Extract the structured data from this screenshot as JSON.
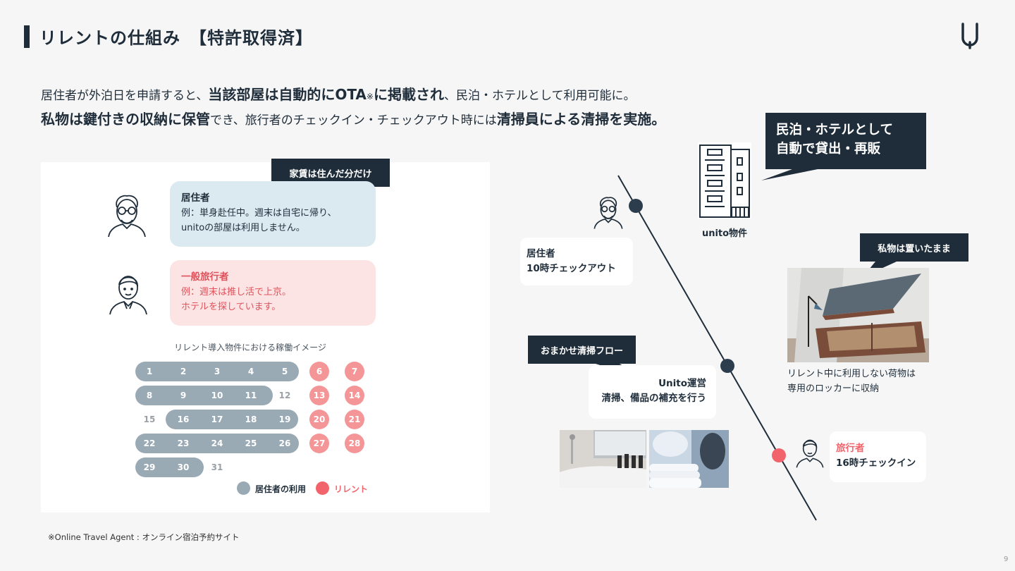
{
  "header": {
    "title": "リレントの仕組み　【特許取得済】"
  },
  "lead": {
    "line1": [
      "居住者が外泊日を申請すると、",
      "当該部屋は自動的にOTA",
      "※",
      "に掲載され",
      "、民泊・ホテルとして利用可能に。"
    ],
    "line2": [
      "私物は鍵付きの収納に保管",
      "でき、旅行者のチェックイン・チェックアウト時には",
      "清掃員による清掃を実施。"
    ]
  },
  "panel": {
    "rent_callout": "家賃は住んだ分だけ",
    "resident": {
      "title": "居住者",
      "line1": "例：単身赴任中。週末は自宅に帰り、",
      "line2": "unitoの部屋は利用しません。"
    },
    "traveler": {
      "title": "一般旅行者",
      "line1": "例：週末は推し活で上京。",
      "line2": "ホテルを探しています。"
    },
    "calendar_caption": "リレント導入物件における稼働イメージ",
    "legend": {
      "resident_use": "居住者の利用",
      "relent": "リレント"
    }
  },
  "calendar": {
    "weeks": [
      [
        "1",
        "2",
        "3",
        "4",
        "5",
        "6",
        "7"
      ],
      [
        "8",
        "9",
        "10",
        "11",
        "12",
        "13",
        "14"
      ],
      [
        "15",
        "16",
        "17",
        "18",
        "19",
        "20",
        "21"
      ],
      [
        "22",
        "23",
        "24",
        "25",
        "26",
        "27",
        "28"
      ],
      [
        "29",
        "30",
        "31"
      ]
    ],
    "colors": {
      "resident": "#9aaab5",
      "relent": "#f49597",
      "idle": "#9aa0a6"
    }
  },
  "flow": {
    "top_callout": {
      "line1": "民泊・ホテルとして",
      "line2": "自動で貸出・再販"
    },
    "building_label": "unito物件",
    "resident_box": {
      "line1": "居住者",
      "line2": "10時チェックアウト"
    },
    "cleaning_callout": "おまかせ清掃フロー",
    "cleaning_box": {
      "line1": "Unito運営",
      "line2": "清掃、備品の補充を行う"
    },
    "luggage_callout": "私物は置いたまま",
    "storage_caption": {
      "line1": "リレント中に利用しない荷物は",
      "line2": "専用のロッカーに収納"
    },
    "traveler_box": {
      "line1": "旅行者",
      "line2": "16時チェックイン"
    }
  },
  "footnote": "※Online Travel Agent : オンライン宿泊予約サイト",
  "page_number": "9",
  "colors": {
    "navy": "#1f2d3a",
    "blue_bubble": "#dbe9f1",
    "pink_bubble": "#fde4e4",
    "relent_red": "#f2646b"
  }
}
